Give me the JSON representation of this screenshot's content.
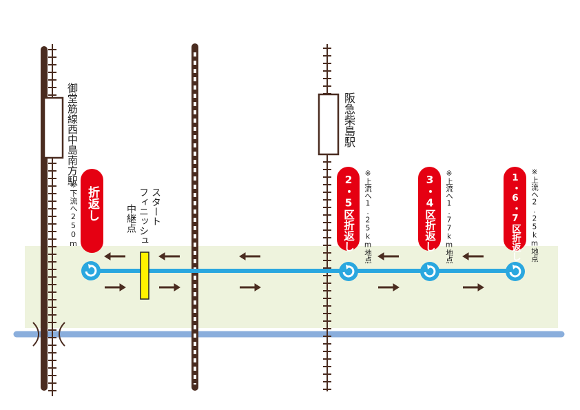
{
  "stations": {
    "west": "御堂筋線西中島南方駅",
    "east": "阪急柴島駅"
  },
  "turn_labels": {
    "t1": "折返し",
    "t2": "2・5区折返し",
    "t3": "3・4区折返し",
    "t4": "1・6・7区折返し"
  },
  "notes": {
    "n1": "※下流へ250m",
    "n2": "※上流へ1.25km地点",
    "n3": "※上流へ1.77km地点",
    "n4": "※上流へ2.25km地点"
  },
  "start": {
    "line1": "スタート",
    "line2": "フィニッシュ",
    "line3": "中継点"
  },
  "colors": {
    "area": "#eef3dd",
    "course": "#2aa7df",
    "river": "#8aaedc",
    "rail": "#4a2c20",
    "badge": "#e50012",
    "marker": "#fff200"
  }
}
